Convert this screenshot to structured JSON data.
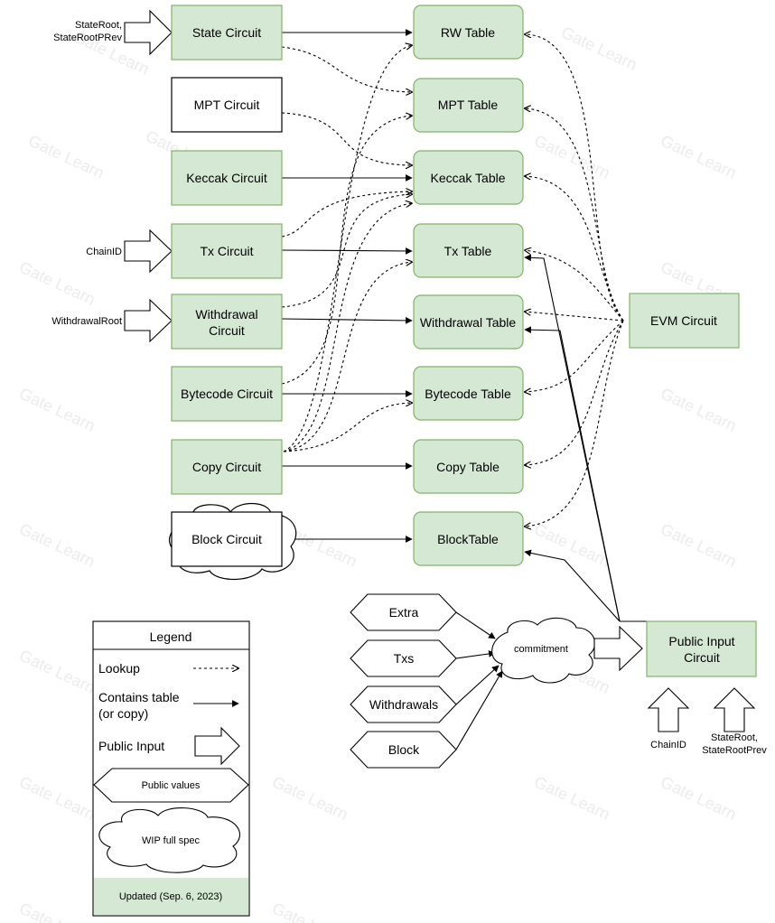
{
  "circuits": {
    "state": "State Circuit",
    "mpt": "MPT Circuit",
    "keccak": "Keccak Circuit",
    "tx": "Tx Circuit",
    "withdrawal_line1": "Withdrawal",
    "withdrawal_line2": "Circuit",
    "bytecode": "Bytecode Circuit",
    "copy": "Copy Circuit",
    "block": "Block Circuit",
    "evm": "EVM Circuit",
    "public_input_line1": "Public Input",
    "public_input_line2": "Circuit"
  },
  "tables": {
    "rw": "RW Table",
    "mpt": "MPT Table",
    "keccak": "Keccak Table",
    "tx": "Tx Table",
    "withdrawal": "Withdrawal Table",
    "bytecode": "Bytecode Table",
    "copy": "Copy Table",
    "block": "BlockTable"
  },
  "inputs": {
    "state_root_line1": "StateRoot,",
    "state_root_line2": "StateRootPRev",
    "chain_id": "ChainID",
    "withdrawal_root": "WithdrawalRoot",
    "pi_chain_id": "ChainID",
    "pi_state_root_line1": "StateRoot,",
    "pi_state_root_line2": "StateRootPrev"
  },
  "public_values": {
    "extra": "Extra",
    "txs": "Txs",
    "withdrawals": "Withdrawals",
    "block": "Block",
    "commitment": "commitment"
  },
  "legend": {
    "title": "Legend",
    "lookup": "Lookup",
    "contains_line1": "Contains table",
    "contains_line2": "(or copy)",
    "public_input": "Public Input",
    "public_values": "Public values",
    "wip": "WIP full spec",
    "updated": "Updated (Sep. 6, 2023)"
  },
  "watermark": "Gate Learn",
  "colors": {
    "green_fill": "#d5e8d4",
    "green_stroke": "#82b366"
  }
}
